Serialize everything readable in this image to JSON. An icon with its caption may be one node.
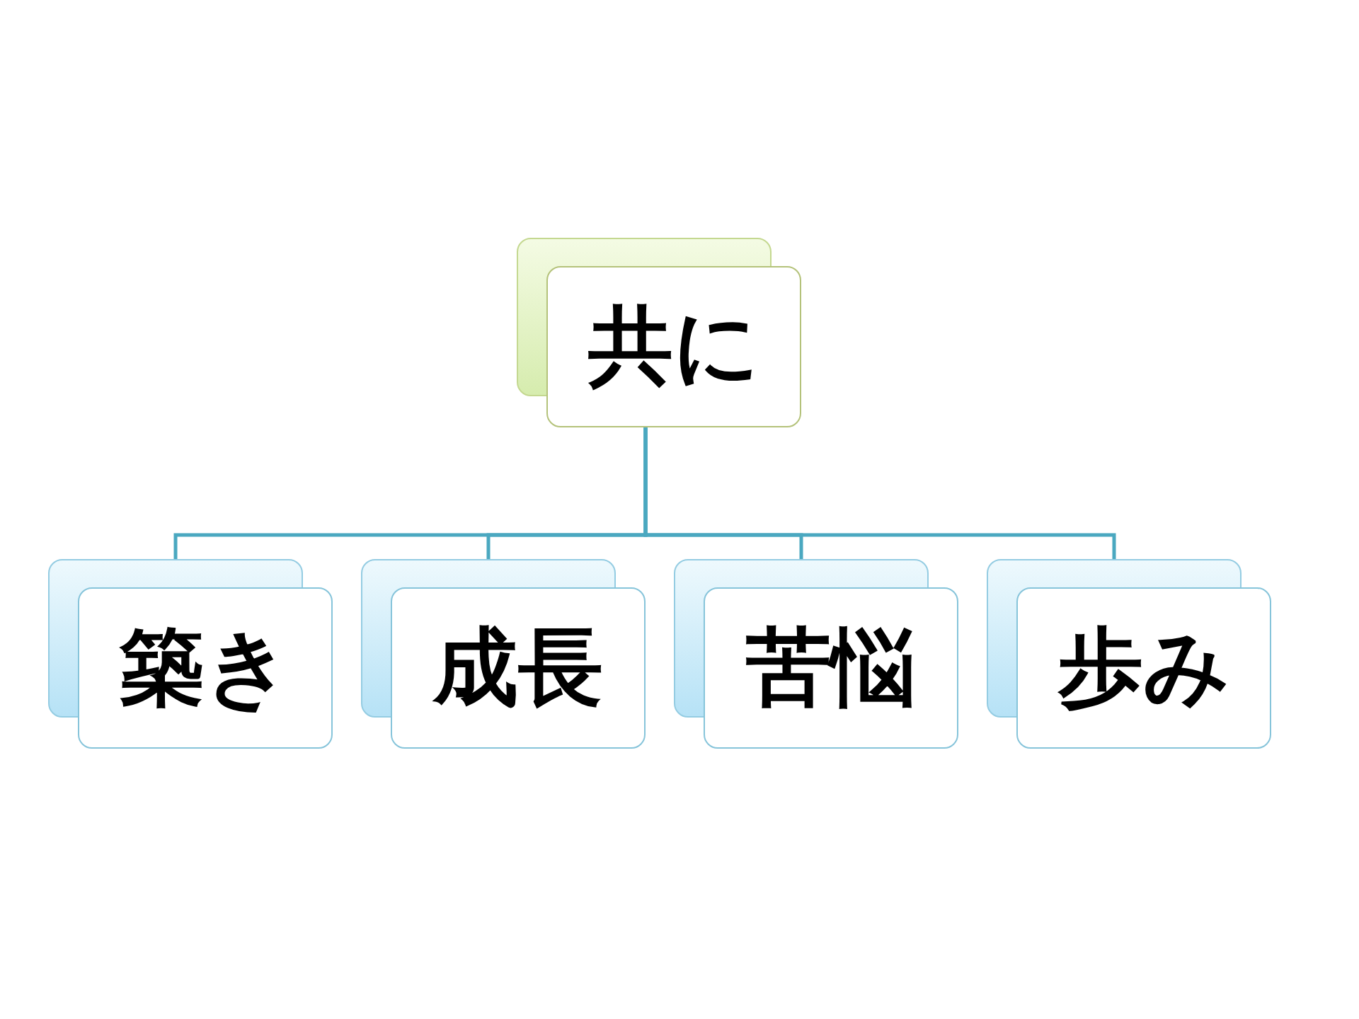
{
  "diagram": {
    "nodes": [
      {
        "text": [
          "共に"
        ]
      },
      {
        "text": [
          "築き"
        ]
      },
      {
        "text": [
          "成長"
        ]
      },
      {
        "text": [
          "苦悩"
        ]
      },
      {
        "text": [
          "歩み"
        ]
      }
    ],
    "edges": [
      {
        "from": 0,
        "to": 1,
        "arrow": "none"
      },
      {
        "from": 0,
        "to": 2,
        "arrow": "none"
      },
      {
        "from": 0,
        "to": 3,
        "arrow": "none"
      },
      {
        "from": 0,
        "to": 4,
        "arrow": "none"
      }
    ]
  }
}
